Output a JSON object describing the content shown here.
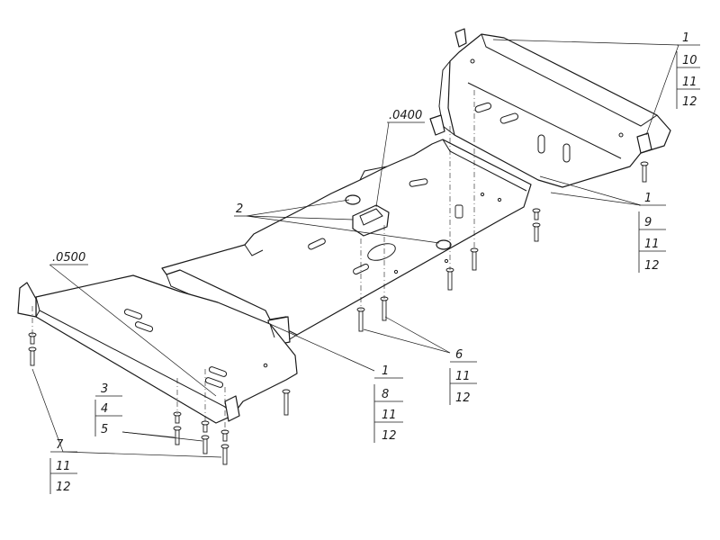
{
  "drawing": {
    "label_groups": [
      {
        "id": "g1",
        "items": [
          "1",
          "10",
          "11",
          "12"
        ]
      },
      {
        "id": "g2",
        "items": [
          "1",
          "9",
          "11",
          "12"
        ]
      },
      {
        "id": "g3",
        "items": [
          "1",
          "8",
          "11",
          "12"
        ]
      },
      {
        "id": "g4",
        "items": [
          "6",
          "11",
          "12"
        ]
      },
      {
        "id": "g5",
        "items": [
          "3",
          "4",
          "5"
        ]
      },
      {
        "id": "g6",
        "items": [
          "7",
          "11",
          "12"
        ]
      }
    ],
    "callouts": {
      "c0400": ".0400",
      "c0500": ".0500",
      "c2": "2"
    },
    "colors": {
      "line": "#1a1a1a",
      "background": "#ffffff"
    }
  }
}
